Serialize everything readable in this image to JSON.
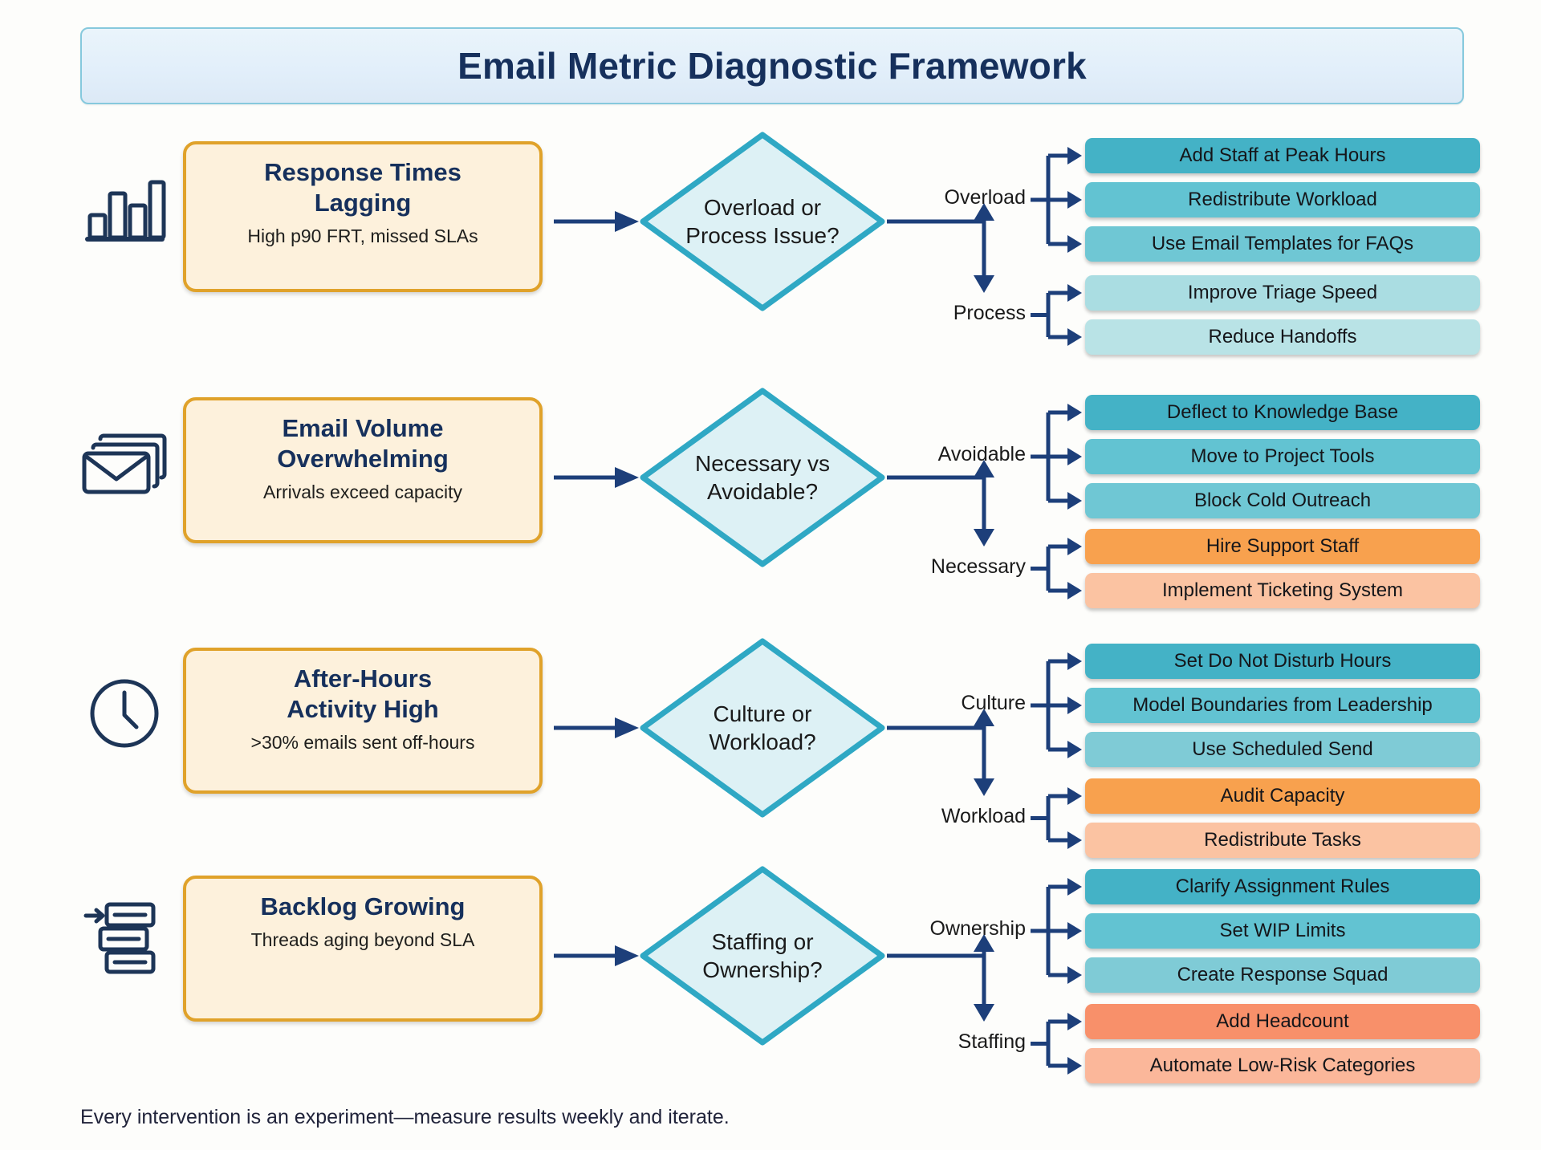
{
  "header": {
    "title": "Email Metric Diagnostic Framework"
  },
  "footer": {
    "note": "Every intervention is an experiment—measure results weekly and iterate."
  },
  "colors": {
    "title_border": "#86c9dd",
    "title_bg": "#e6f1fa",
    "title_text": "#16305c",
    "problem_border": "#e0a22a",
    "problem_bg": "#fdf1dc",
    "problem_title": "#16305c",
    "diamond_fill": "#ddf1f5",
    "diamond_stroke": "#2fa8c4",
    "connector": "#1d3f7a",
    "icon": "#1d3557",
    "teal_1": "#44b2c6",
    "teal_2": "#62c3d2",
    "teal_3": "#7fcbd6",
    "teal_pale_1": "#aadde2",
    "teal_pale_2": "#b9e3e6",
    "orange_1": "#f8a14e",
    "orange_2": "#fbc3a2",
    "salmon_1": "#f8906a",
    "salmon_2": "#fbb79a"
  },
  "rows": [
    {
      "icon": "bar-chart-icon",
      "problem": {
        "title": "Response Times\nLagging",
        "subtitle": "High p90 FRT, missed SLAs"
      },
      "decision": {
        "label": "Overload or\nProcess Issue?"
      },
      "branches": [
        {
          "label": "Overload",
          "actions": [
            {
              "text": "Add Staff at Peak Hours",
              "color": "#44b2c6"
            },
            {
              "text": "Redistribute Workload",
              "color": "#62c3d2"
            },
            {
              "text": "Use Email Templates for FAQs",
              "color": "#6fc7d4"
            }
          ]
        },
        {
          "label": "Process",
          "actions": [
            {
              "text": "Improve Triage Speed",
              "color": "#aadde2"
            },
            {
              "text": "Reduce Handoffs",
              "color": "#b9e3e6"
            }
          ]
        }
      ]
    },
    {
      "icon": "stacked-envelopes-icon",
      "problem": {
        "title": "Email Volume\nOverwhelming",
        "subtitle": "Arrivals exceed capacity"
      },
      "decision": {
        "label": "Necessary vs\nAvoidable?"
      },
      "branches": [
        {
          "label": "Avoidable",
          "actions": [
            {
              "text": "Deflect to Knowledge Base",
              "color": "#44b2c6"
            },
            {
              "text": "Move to Project Tools",
              "color": "#62c3d2"
            },
            {
              "text": "Block Cold Outreach",
              "color": "#6fc7d4"
            }
          ]
        },
        {
          "label": "Necessary",
          "actions": [
            {
              "text": "Hire Support Staff",
              "color": "#f8a14e"
            },
            {
              "text": "Implement Ticketing System",
              "color": "#fbc3a2"
            }
          ]
        }
      ]
    },
    {
      "icon": "clock-icon",
      "problem": {
        "title": "After-Hours\nActivity High",
        "subtitle": ">30% emails sent off-hours"
      },
      "decision": {
        "label": "Culture or\nWorkload?"
      },
      "branches": [
        {
          "label": "Culture",
          "actions": [
            {
              "text": "Set Do Not Disturb Hours",
              "color": "#44b2c6"
            },
            {
              "text": "Model Boundaries from Leadership",
              "color": "#62c3d2"
            },
            {
              "text": "Use Scheduled Send",
              "color": "#7fcbd6"
            }
          ]
        },
        {
          "label": "Workload",
          "actions": [
            {
              "text": "Audit Capacity",
              "color": "#f8a14e"
            },
            {
              "text": "Redistribute Tasks",
              "color": "#fbc3a2"
            }
          ]
        }
      ]
    },
    {
      "icon": "backlog-stack-icon",
      "problem": {
        "title": "Backlog Growing",
        "subtitle": "Threads aging beyond SLA"
      },
      "decision": {
        "label": "Staffing or\nOwnership?"
      },
      "branches": [
        {
          "label": "Ownership",
          "actions": [
            {
              "text": "Clarify Assignment Rules",
              "color": "#44b2c6"
            },
            {
              "text": "Set WIP Limits",
              "color": "#62c3d2"
            },
            {
              "text": "Create Response Squad",
              "color": "#7fcbd6"
            }
          ]
        },
        {
          "label": "Staffing",
          "actions": [
            {
              "text": "Add Headcount",
              "color": "#f8906a"
            },
            {
              "text": "Automate Low-Risk Categories",
              "color": "#fbb79a"
            }
          ]
        }
      ]
    }
  ]
}
